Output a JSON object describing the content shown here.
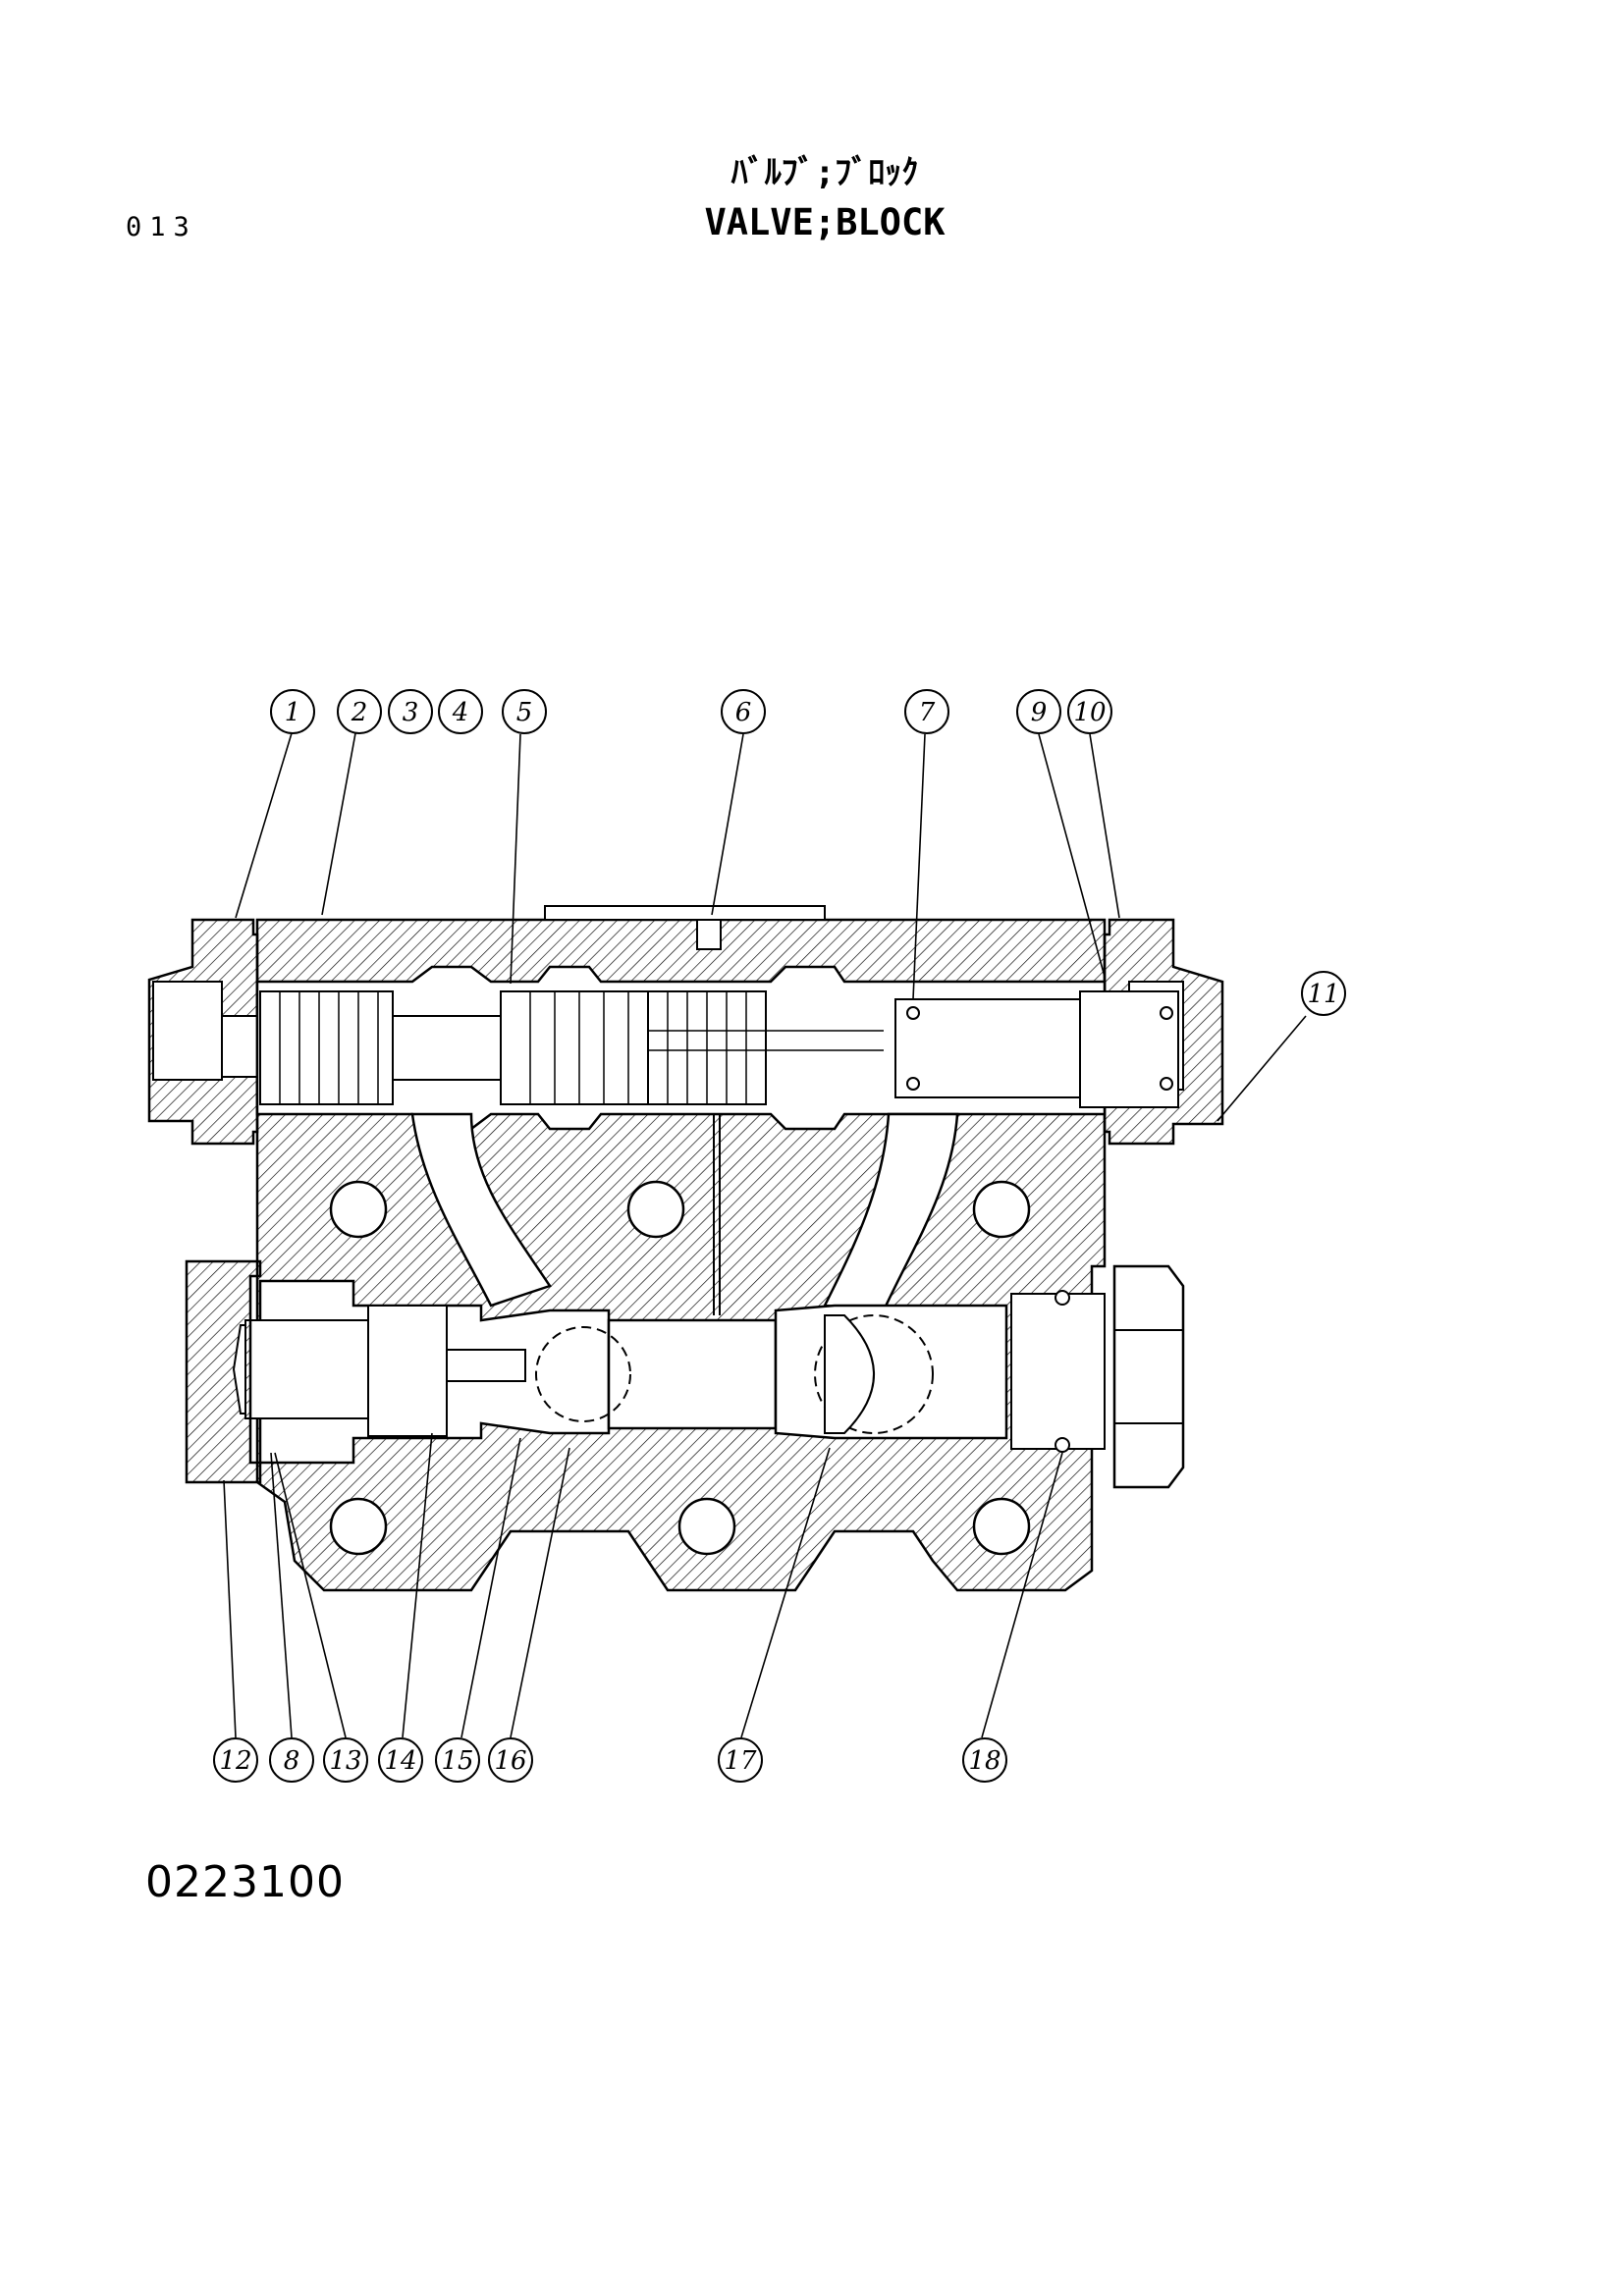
{
  "header": {
    "page_number": "013",
    "title_jp": "ﾊﾞﾙﾌﾞ;ﾌﾞﾛｯｸ",
    "title_en": "VALVE;BLOCK"
  },
  "footer": {
    "drawing_number": "0223100"
  },
  "callouts_top": [
    "1",
    "2",
    "3",
    "4",
    "5",
    "6",
    "7",
    "9",
    "10"
  ],
  "callouts_right": [
    "11"
  ],
  "callouts_bottom": [
    "12",
    "8",
    "13",
    "14",
    "15",
    "16",
    "17",
    "18"
  ]
}
